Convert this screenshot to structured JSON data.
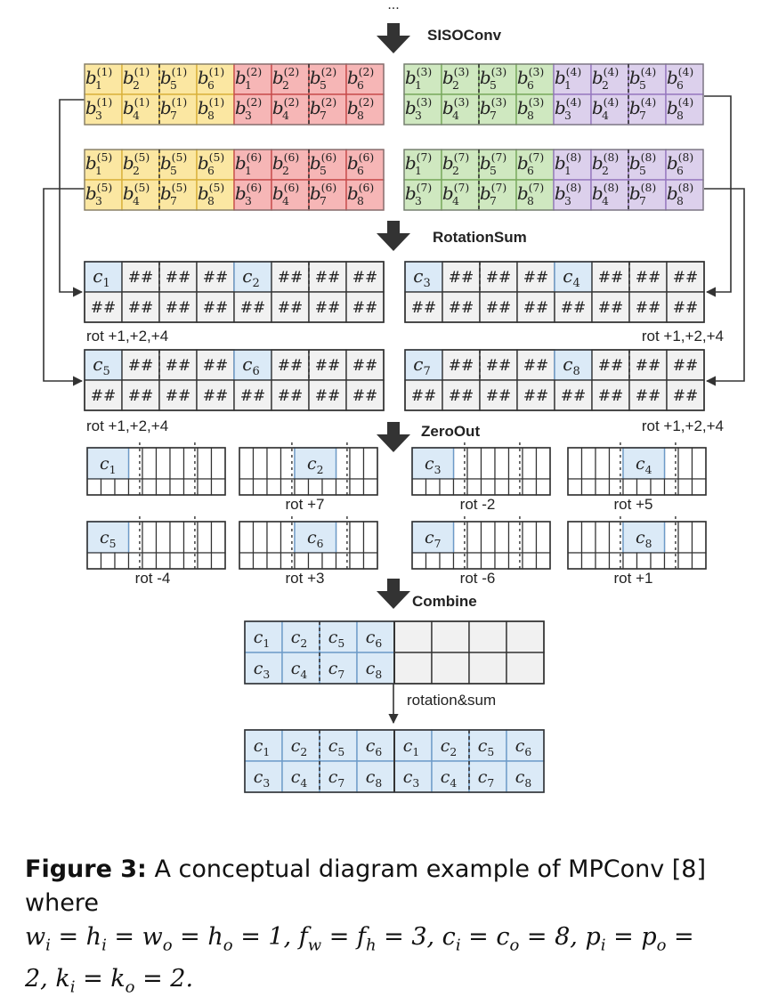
{
  "top_ellipsis": "...",
  "steps": {
    "siso": "SISOConv",
    "rotsum": "RotationSum",
    "zeroout": "ZeroOut",
    "combine": "Combine"
  },
  "colors": {
    "yellow": "#fbe7a2",
    "yellow_border": "#d9b13a",
    "red": "#f6b6b6",
    "red_border": "#c74b4b",
    "green": "#cfe8c0",
    "green_border": "#78a85c",
    "purple": "#dcd0ec",
    "purple_border": "#9677bf",
    "blue": "#dbeaf7",
    "blue_border": "#6c9ac8",
    "gray": "#f1f1f1",
    "dark": "#333333"
  },
  "siso_blocks": [
    {
      "top_a": 1,
      "top_b": 2,
      "color_a": "yellow",
      "color_b": "red"
    },
    {
      "top_a": 3,
      "top_b": 4,
      "color_a": "green",
      "color_b": "purple"
    },
    {
      "top_a": 5,
      "top_b": 6,
      "color_a": "yellow",
      "color_b": "red"
    },
    {
      "top_a": 7,
      "top_b": 8,
      "color_a": "green",
      "color_b": "purple"
    }
  ],
  "b_symbol": "b",
  "b_row1_subs": [
    "1",
    "2",
    "5",
    "6"
  ],
  "b_row2_subs": [
    "3",
    "4",
    "7",
    "8"
  ],
  "c_symbol": "c",
  "hash": "##",
  "rot_labels": {
    "rot124": "rot +1,+2,+4"
  },
  "rotsum_blocks": [
    {
      "c_first": "1",
      "c_second": "2"
    },
    {
      "c_first": "3",
      "c_second": "4"
    },
    {
      "c_first": "5",
      "c_second": "6"
    },
    {
      "c_first": "7",
      "c_second": "8"
    }
  ],
  "zeroout_blocks": [
    {
      "c": "1",
      "rot": ""
    },
    {
      "c": "2",
      "rot": "rot +7"
    },
    {
      "c": "3",
      "rot": "rot -2"
    },
    {
      "c": "4",
      "rot": "rot +5"
    },
    {
      "c": "5",
      "rot": "rot -4"
    },
    {
      "c": "6",
      "rot": "rot +3"
    },
    {
      "c": "7",
      "rot": "rot -6"
    },
    {
      "c": "8",
      "rot": "rot +1"
    }
  ],
  "combine_row1": [
    "1",
    "2",
    "5",
    "6"
  ],
  "combine_row2": [
    "3",
    "4",
    "7",
    "8"
  ],
  "rotation_sum_label": "rotation&sum",
  "caption": {
    "label": "Figure 3:",
    "text": " A conceptual diagram example of MPConv [8] where",
    "math_line2": "w_i = h_i = w_o = h_o = 1, f_w = f_h = 3, c_i = c_o = 8, p_i = p_o =",
    "math_line3": "2, k_i = k_o = 2."
  }
}
